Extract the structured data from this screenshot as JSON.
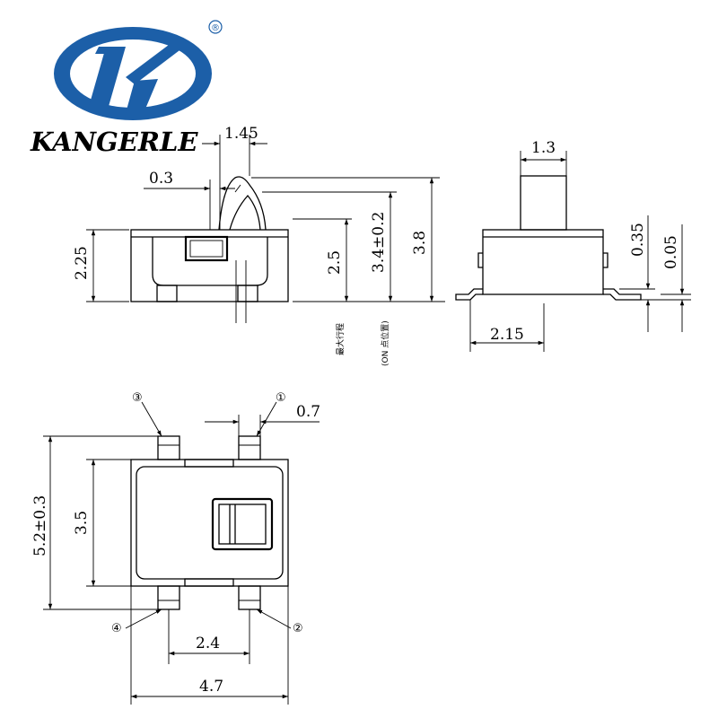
{
  "brand": {
    "name": "KANGERLE",
    "logo_registered": "®",
    "logo_color": "#1c5fa8"
  },
  "side_view": {
    "dim_actuator_width": "1.45",
    "dim_gap": "0.3",
    "dim_body_height": "2.25",
    "dim_max_travel_height": "2.5",
    "dim_on_height": "3.4±0.2",
    "dim_total_height": "3.8",
    "note_max_travel": "最大行程",
    "note_on_position": "(ON 点位置)"
  },
  "end_view": {
    "dim_actuator_width": "1.3",
    "dim_lead_height": "0.35",
    "dim_lead_thickness": "0.05",
    "dim_body_depth": "2.15"
  },
  "top_view": {
    "dim_total_length": "5.2±0.3",
    "dim_body_length": "3.5",
    "dim_pin_width": "0.7",
    "dim_pin_pitch": "2.4",
    "dim_total_width": "4.7",
    "pin_1": "①",
    "pin_2": "②",
    "pin_3": "③",
    "pin_4": "④"
  }
}
